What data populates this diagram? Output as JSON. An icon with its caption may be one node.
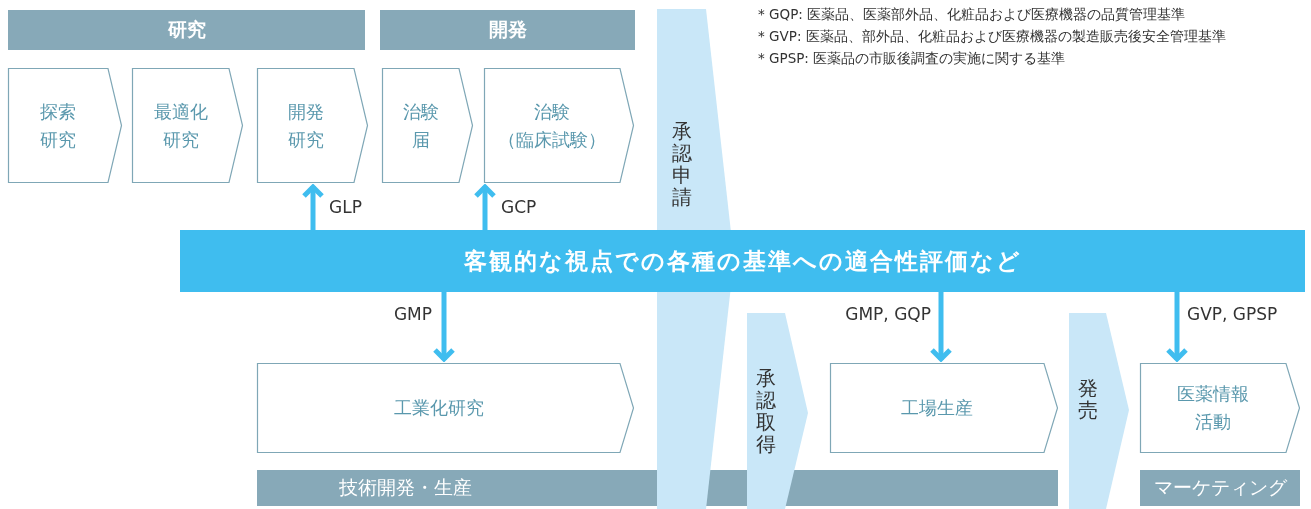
{
  "diagram": {
    "nodes": [
      {
        "text": [
          "研究"
        ]
      },
      {
        "text": [
          "開発"
        ]
      },
      {
        "text": [
          "探索研究"
        ]
      },
      {
        "text": [
          "最適化研究"
        ]
      },
      {
        "text": [
          "開発研究"
        ]
      },
      {
        "text": [
          "治験届"
        ]
      },
      {
        "text": [
          "治験（臨床試験）"
        ]
      },
      {
        "text": [
          "承認申請"
        ]
      },
      {
        "text": [
          "客観的な視点での各種の基準への適合性評価など"
        ]
      },
      {
        "text": [
          "工業化研究"
        ]
      },
      {
        "text": [
          "承認取得"
        ]
      },
      {
        "text": [
          "工場生産"
        ]
      },
      {
        "text": [
          "発売"
        ]
      },
      {
        "text": [
          "医薬情報活動"
        ]
      },
      {
        "text": [
          "技術開発・生産"
        ]
      },
      {
        "text": [
          "マーケティング"
        ]
      }
    ],
    "edges": [
      {
        "from": 8,
        "to": 4,
        "arrow": "to",
        "label": "GLP"
      },
      {
        "from": 8,
        "to": 6,
        "arrow": "to",
        "label": "GCP"
      },
      {
        "from": 8,
        "to": 9,
        "arrow": "to",
        "label": "GMP"
      },
      {
        "from": 8,
        "to": 11,
        "arrow": "to",
        "label": "GMP, GQP"
      },
      {
        "from": 8,
        "to": 13,
        "arrow": "to",
        "label": "GVP, GPSP"
      }
    ],
    "labels": [
      "* GQP: 医薬品、医薬部外品、化粧品および医療機器の品質管理基準",
      "* GVP: 医薬品、部外品、化粧品および医療機器の製造販売後安全管理基準",
      "* GPSP: 医薬品の市販後調査の実施に関する基準"
    ]
  }
}
